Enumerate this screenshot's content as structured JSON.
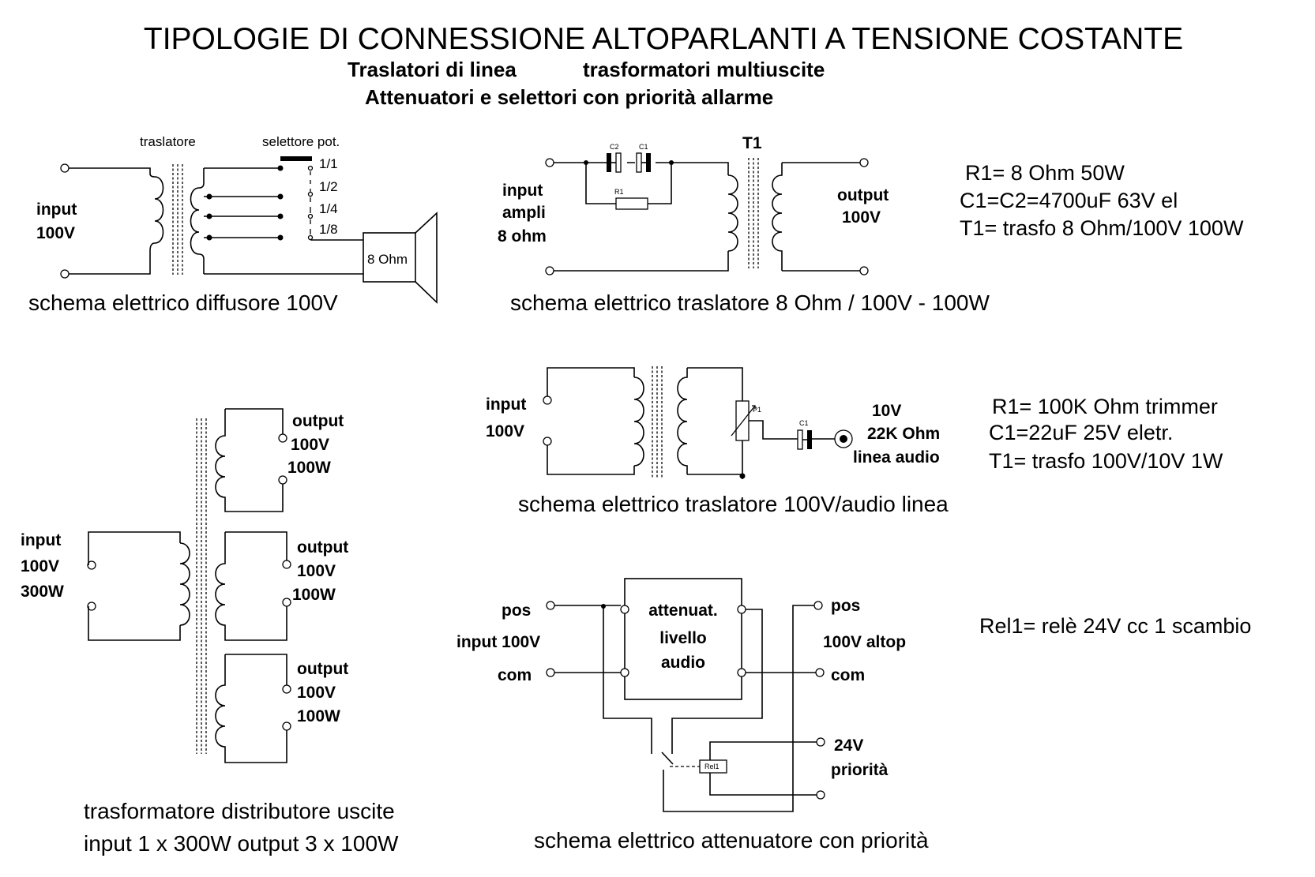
{
  "header": {
    "title": "TIPOLOGIE DI CONNESSIONE ALTOPARLANTI A TENSIONE COSTANTE",
    "subtitle_left": "Traslatori di linea",
    "subtitle_right": "trasformatori multiuscite",
    "subtitle_line2": "Attenuatori e selettori con priorità allarme"
  },
  "diffusore": {
    "traslatore_label": "traslatore",
    "selettore_label": "selettore pot.",
    "input_line1": "input",
    "input_line2": "100V",
    "taps": [
      "1/1",
      "1/2",
      "1/4",
      "1/8"
    ],
    "speaker_label": "8 Ohm",
    "caption": "schema elettrico diffusore 100V"
  },
  "traslatore8": {
    "c2": "C2",
    "c1": "C1",
    "r1": "R1",
    "t1": "T1",
    "input_line1": "input",
    "input_line2": "ampli",
    "input_line3": "8 ohm",
    "output_line1": "output",
    "output_line2": "100V",
    "caption": "schema elettrico traslatore 8 Ohm / 100V - 100W",
    "notes": [
      "R1= 8  Ohm 50W",
      "C1=C2=4700uF 63V el",
      "T1= trasfo 8 Ohm/100V 100W"
    ]
  },
  "distributore": {
    "input_line1": "input",
    "input_line2": "100V",
    "input_line3": "300W",
    "output_line1": "output",
    "output_line2": "100V",
    "output_line3": "100W",
    "caption_line1": "trasformatore distributore uscite",
    "caption_line2": "input 1 x 300W output 3 x 100W"
  },
  "traslatore_audio": {
    "input_line1": "input",
    "input_line2": "100V",
    "p1": "P1",
    "c1": "C1",
    "out_line1": "10V",
    "out_line2": "22K Ohm",
    "out_line3": "linea audio",
    "caption": "schema elettrico traslatore 100V/audio linea",
    "notes": [
      "R1= 100K Ohm trimmer",
      "C1=22uF 25V eletr.",
      "T1= trasfo 100V/10V 1W"
    ]
  },
  "attenuatore": {
    "pos": "pos",
    "input": "input  100V",
    "com": "com",
    "box_line1": "attenuat.",
    "box_line2": "livello",
    "box_line3": "audio",
    "out_pos": "pos",
    "out_altop": "100V  altop",
    "out_com": "com",
    "prio_line1": "24V",
    "prio_line2": "priorità",
    "rel": "Rel1",
    "caption": "schema elettrico attenuatore con priorità",
    "note": "Rel1= relè 24V cc  1 scambio"
  }
}
